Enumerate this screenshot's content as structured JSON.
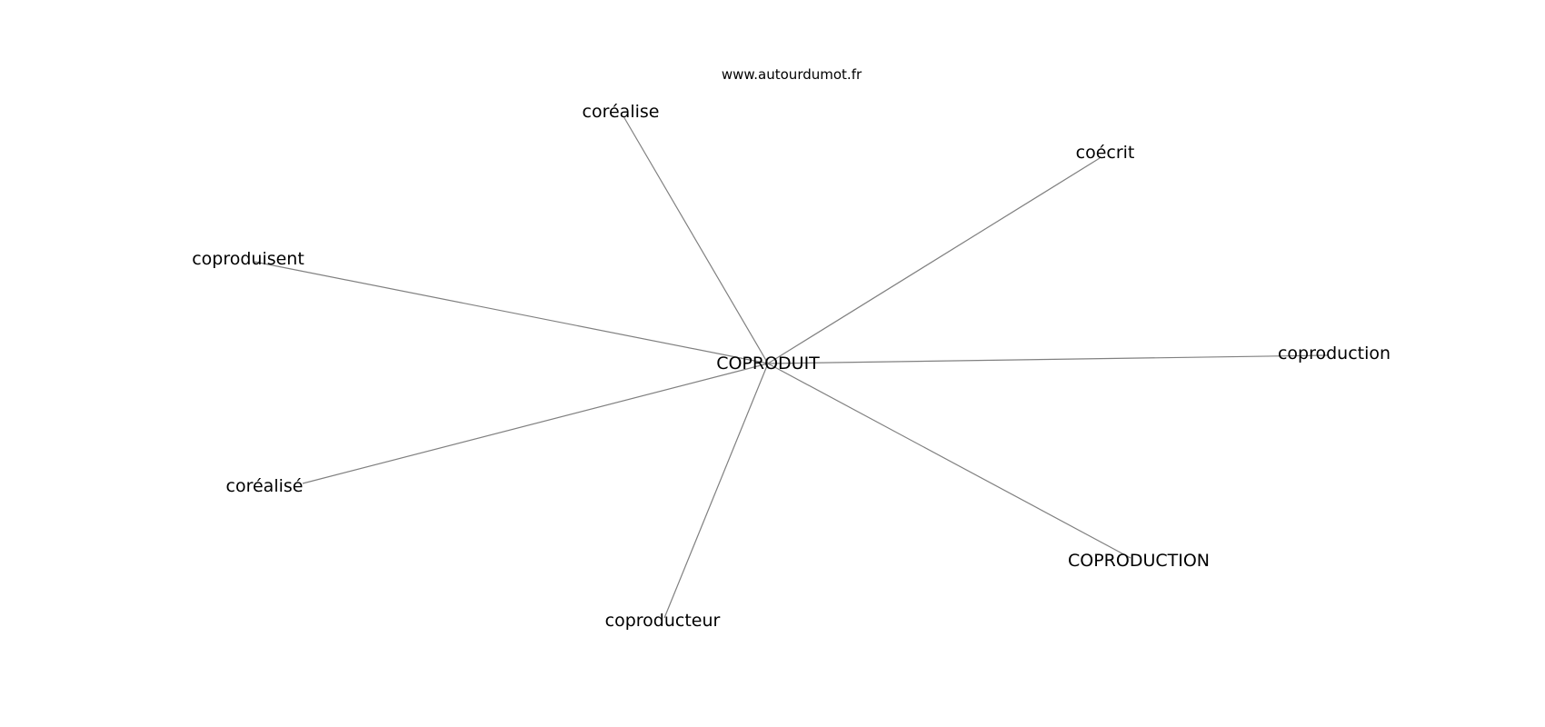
{
  "site": "www.autourdumot.fr",
  "center": {
    "label": "COPRODUIT"
  },
  "nodes": [
    {
      "id": "corealise_1",
      "label": "coréalise"
    },
    {
      "id": "coecrit",
      "label": "coécrit"
    },
    {
      "id": "coproduisent",
      "label": "coproduisent"
    },
    {
      "id": "coproduction_lower",
      "label": "coproduction"
    },
    {
      "id": "corealise_2",
      "label": "coréalisé"
    },
    {
      "id": "coproduction_upper",
      "label": "COPRODUCTION"
    },
    {
      "id": "coproducteur",
      "label": "coproducteur"
    }
  ],
  "edges": [
    {
      "from": "center",
      "to": "corealise_1"
    },
    {
      "from": "center",
      "to": "coecrit"
    },
    {
      "from": "center",
      "to": "coproduisent"
    },
    {
      "from": "center",
      "to": "coproduction_lower"
    },
    {
      "from": "center",
      "to": "corealise_2"
    },
    {
      "from": "center",
      "to": "coproduction_upper"
    },
    {
      "from": "center",
      "to": "coproducteur"
    }
  ]
}
